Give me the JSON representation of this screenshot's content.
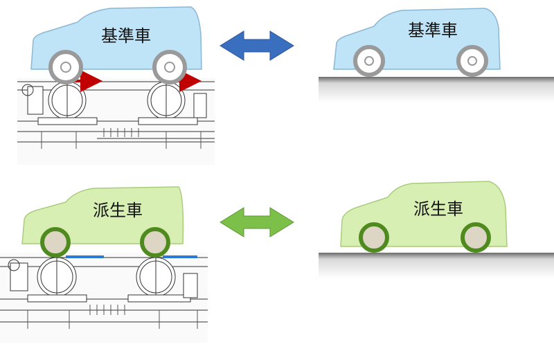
{
  "rows": [
    {
      "id": "base",
      "dyno_car_label": "基準車",
      "road_car_label": "基準車",
      "body_color": "#bfe3f7",
      "body_stroke": "#8ab7d3",
      "wheel_rim_color": "#9a9a9a",
      "hub_color": "#ffffff",
      "arrow_color": "#3a6fc0",
      "arrow_stroke": "#2a539a",
      "roller_indicator_color": "#c00000"
    },
    {
      "id": "derived",
      "dyno_car_label": "派生車",
      "road_car_label": "派生車",
      "body_color": "#d8efb4",
      "body_stroke": "#a9cc7c",
      "wheel_rim_color": "#4f8a1e",
      "hub_color": "#ddd6c4",
      "arrow_color": "#7cc04a",
      "arrow_stroke": "#5a9530",
      "roller_indicator_color": "#2b7bd6"
    }
  ]
}
